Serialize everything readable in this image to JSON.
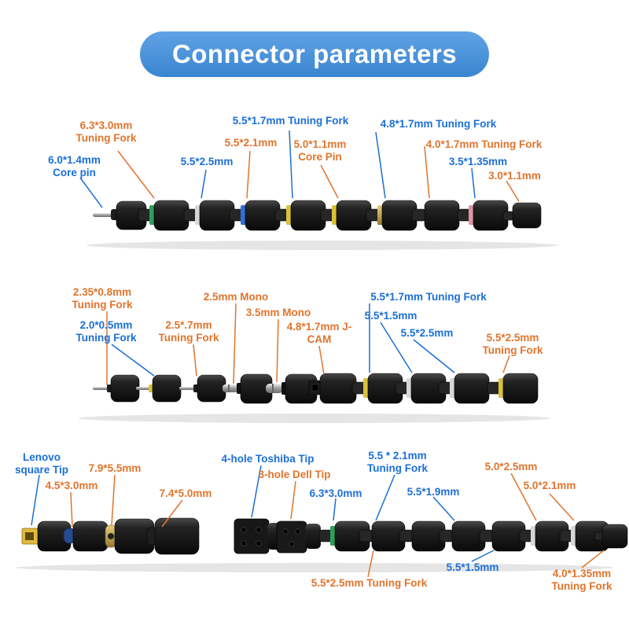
{
  "header": {
    "title": "Connector parameters"
  },
  "colors": {
    "orange": "#E0742C",
    "blue": "#1B6FD6",
    "banner": "#3E8EDE"
  },
  "rows": {
    "row1": [
      "6.3*3.0mm Tuning Fork",
      "6.0*1.4mm Core pin",
      "5.5*2.5mm",
      "5.5*2.1mm",
      "5.5*1.7mm Tuning Fork",
      "5.0*1.1mm Core Pin",
      "4.8*1.7mm Tuning Fork",
      "4.0*1.7mm Tuning Fork",
      "3.5*1.35mm",
      "3.0*1.1mm"
    ],
    "row2": [
      "2.35*0.8mm Tuning Fork",
      "2.0*0.5mm Tuning Fork",
      "2.5*.7mm Tuning Fork",
      "2.5mm Mono",
      "3.5mm Mono",
      "4.8*1.7mm J-CAM",
      "5.5*1.7mm Tuning Fork",
      "5.5*1.5mm",
      "5.5*2.5mm",
      "5.5*2.5mm Tuning Fork"
    ],
    "row3": [
      "Lenovo square Tip",
      "7.9*5.5mm",
      "4.5*3.0mm",
      "7.4*5.0mm",
      "4-hole Toshiba Tip",
      "3-hole Dell Tip",
      "6.3*3.0mm",
      "5.5 * 2.1mm Tuning Fork",
      "5.5*1.9mm",
      "5.0*2.5mm",
      "5.0*2.1mm",
      "5.5*1.5mm",
      "5.5*2.5mm Tuning Fork",
      "4.0*1.35mm Tuning Fork"
    ]
  }
}
